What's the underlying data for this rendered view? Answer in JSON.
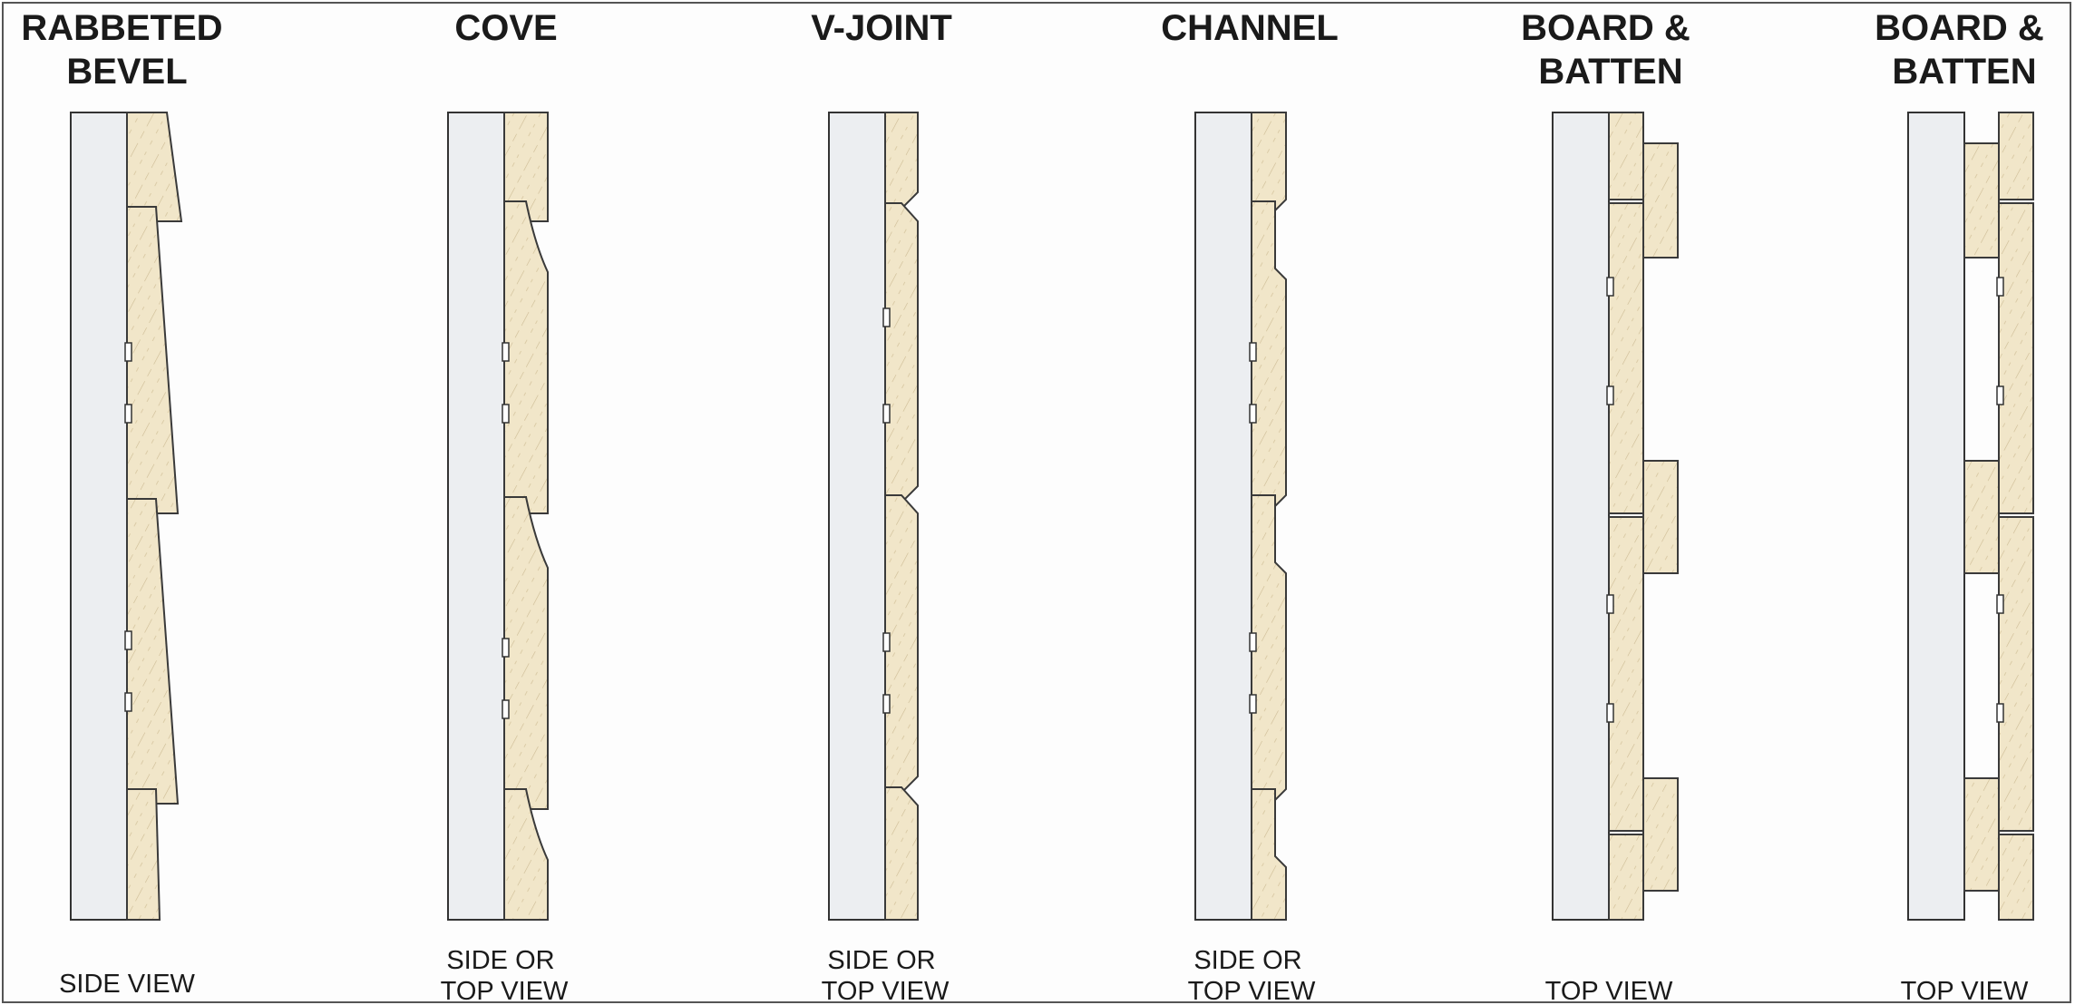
{
  "profiles": [
    {
      "title_lines": [
        "RABBETED",
        "BEVEL"
      ],
      "view_lines": [
        "SIDE VIEW"
      ]
    },
    {
      "title_lines": [
        "COVE"
      ],
      "view_lines": [
        "SIDE OR",
        "TOP VIEW"
      ]
    },
    {
      "title_lines": [
        "V-JOINT"
      ],
      "view_lines": [
        "SIDE OR",
        "TOP VIEW"
      ]
    },
    {
      "title_lines": [
        "CHANNEL"
      ],
      "view_lines": [
        "SIDE OR",
        "TOP VIEW"
      ]
    },
    {
      "title_lines": [
        "BOARD &",
        "BATTEN"
      ],
      "view_lines": [
        "TOP VIEW"
      ]
    },
    {
      "title_lines": [
        "BOARD &",
        "BATTEN"
      ],
      "view_lines": [
        "TOP VIEW"
      ]
    }
  ],
  "colors": {
    "wood": "#f1e6c9",
    "wood_grain": "#cdbb94",
    "stud": "#eceef1",
    "outline": "#333333"
  }
}
